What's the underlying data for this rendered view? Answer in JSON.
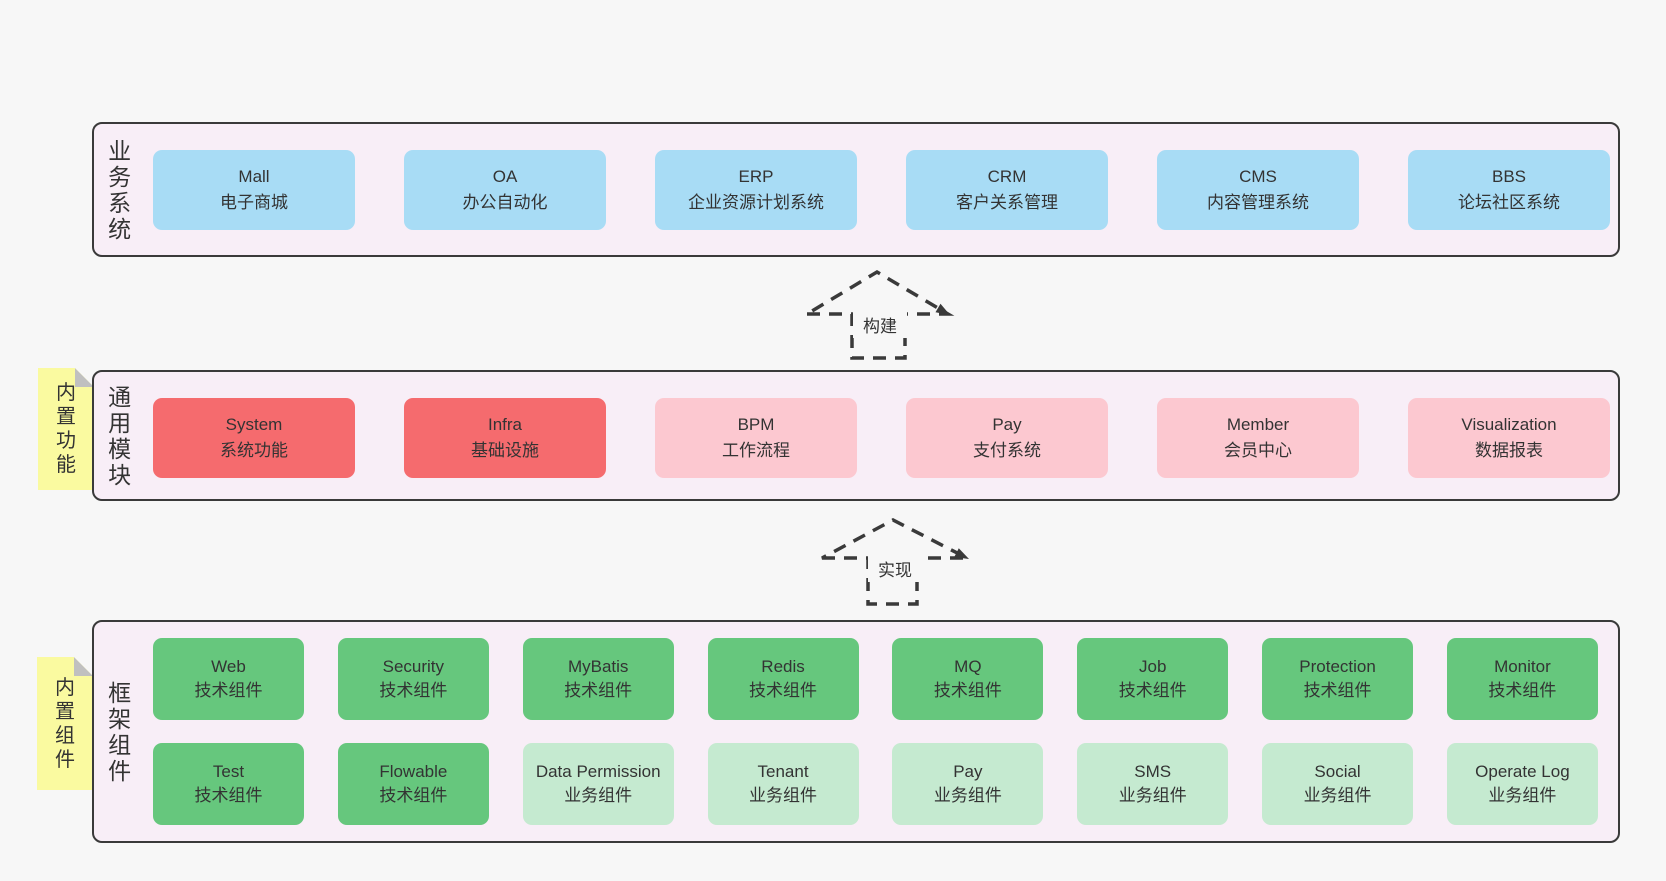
{
  "colors": {
    "page_background": "#f7f7f7",
    "layer_fill": "#f8eef7",
    "layer_border": "#3a3a3a",
    "system_blue": "#a8dcf5",
    "module_red": "#f56b6e",
    "module_pink": "#fcc8d0",
    "component_green": "#66c77d",
    "component_light_green": "#c5ead0",
    "sticky_yellow": "#fafaa0",
    "text": "#333333"
  },
  "business_layer": {
    "label": "业务系统",
    "items": [
      {
        "title": "Mall",
        "subtitle": "电子商城"
      },
      {
        "title": "OA",
        "subtitle": "办公自动化"
      },
      {
        "title": "ERP",
        "subtitle": "企业资源计划系统"
      },
      {
        "title": "CRM",
        "subtitle": "客户关系管理"
      },
      {
        "title": "CMS",
        "subtitle": "内容管理系统"
      },
      {
        "title": "BBS",
        "subtitle": "论坛社区系统"
      }
    ]
  },
  "build_arrow": {
    "label": "构建"
  },
  "module_layer": {
    "label": "通用模块",
    "sticky": "内置功能",
    "items": [
      {
        "title": "System",
        "subtitle": "系统功能"
      },
      {
        "title": "Infra",
        "subtitle": "基础设施"
      },
      {
        "title": "BPM",
        "subtitle": "工作流程"
      },
      {
        "title": "Pay",
        "subtitle": "支付系统"
      },
      {
        "title": "Member",
        "subtitle": "会员中心"
      },
      {
        "title": "Visualization",
        "subtitle": "数据报表"
      }
    ]
  },
  "implement_arrow": {
    "label": "实现"
  },
  "component_layer": {
    "label": "框架组件",
    "sticky": "内置组件",
    "row1": [
      {
        "title": "Web",
        "subtitle": "技术组件"
      },
      {
        "title": "Security",
        "subtitle": "技术组件"
      },
      {
        "title": "MyBatis",
        "subtitle": "技术组件"
      },
      {
        "title": "Redis",
        "subtitle": "技术组件"
      },
      {
        "title": "MQ",
        "subtitle": "技术组件"
      },
      {
        "title": "Job",
        "subtitle": "技术组件"
      },
      {
        "title": "Protection",
        "subtitle": "技术组件"
      },
      {
        "title": "Monitor",
        "subtitle": "技术组件"
      }
    ],
    "row2": [
      {
        "title": "Test",
        "subtitle": "技术组件"
      },
      {
        "title": "Flowable",
        "subtitle": "技术组件"
      },
      {
        "title": "Data Permission",
        "subtitle": "业务组件"
      },
      {
        "title": "Tenant",
        "subtitle": "业务组件"
      },
      {
        "title": "Pay",
        "subtitle": "业务组件"
      },
      {
        "title": "SMS",
        "subtitle": "业务组件"
      },
      {
        "title": "Social",
        "subtitle": "业务组件"
      },
      {
        "title": "Operate Log",
        "subtitle": "业务组件"
      }
    ]
  }
}
